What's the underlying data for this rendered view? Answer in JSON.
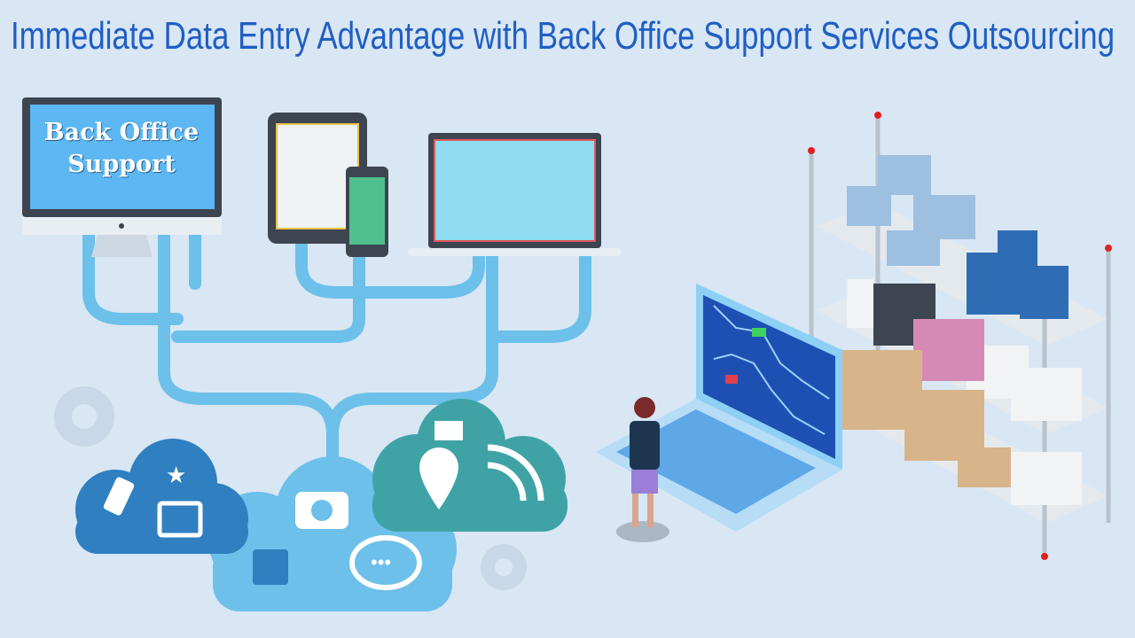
{
  "title": "Immediate Data Entry Advantage with Back Office Support Services Outsourcing",
  "monitor": {
    "line1": "Back Office",
    "line2": "Support"
  },
  "colors": {
    "background": "#d9e6f4",
    "title": "#1f5fc4",
    "pipes": "#6cc0ea",
    "cloud_dark": "#2f7fc1",
    "cloud_teal": "#3fa3a6",
    "screen": "#5cb7f2"
  },
  "icons": [
    "phone-icon",
    "star-icon",
    "tablet-icon",
    "camera-icon",
    "shopping-bag-icon",
    "chat-icon",
    "mail-icon",
    "location-pin-icon",
    "rss-icon",
    "gear-icon"
  ]
}
